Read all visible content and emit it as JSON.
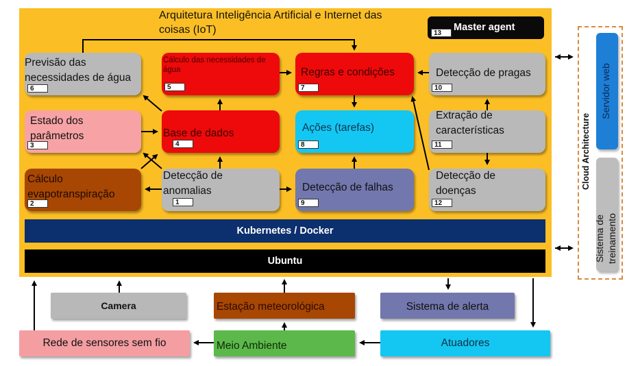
{
  "title": "Arquitetura Inteligência Artificial e Internet das coisas (IoT)",
  "master_agent": {
    "label": "Master agent",
    "number": "13"
  },
  "modules": [
    {
      "id": "1",
      "label": "Detecção de anomalias"
    },
    {
      "id": "2",
      "label": "Cálculo evapotranspiração"
    },
    {
      "id": "3",
      "label": "Estado dos parâmetros"
    },
    {
      "id": "4",
      "label": "Base de dados"
    },
    {
      "id": "5",
      "label": "Cálculo das necessidades de água"
    },
    {
      "id": "6",
      "label": "Previsão das necessidades de água"
    },
    {
      "id": "7",
      "label": "Regras e condições"
    },
    {
      "id": "8",
      "label": "Ações (tarefas)"
    },
    {
      "id": "9",
      "label": "Detecção de falhas"
    },
    {
      "id": "10",
      "label": "Detecção de pragas"
    },
    {
      "id": "11",
      "label": "Extração de características"
    },
    {
      "id": "12",
      "label": "Detecção de doenças"
    }
  ],
  "layers": {
    "kubernetes": "Kubernetes / Docker",
    "ubuntu": "Ubuntu"
  },
  "cloud": {
    "title": "Cloud Architecture",
    "web_server": "Servidor web",
    "training_system": "Sistema de treinamento"
  },
  "bottom": {
    "camera": "Camera",
    "weather_station": "Estação meteorológica",
    "alert_system": "Sistema de alerta",
    "sensor_network": "Rede de sensores sem fio",
    "environment": "Meio Ambiente",
    "actuators": "Atuadores"
  },
  "colors": {
    "panel": "#fbbf25",
    "gray": "#b9b9b9",
    "red": "#ee0a0a",
    "pink": "#f7a3a5",
    "brown": "#a84603",
    "cyan": "#14c7f2",
    "slate": "#7277ad",
    "kubernetes_bar": "#0c2f6e",
    "ubuntu_bar": "#000000",
    "web_server_blue": "#1e7fd6",
    "environment_green": "#5cb84a",
    "sensor_pink": "#f49ea2",
    "actuator_cyan": "#14c7f2"
  }
}
